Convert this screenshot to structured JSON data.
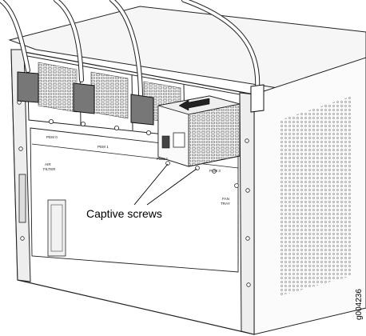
{
  "callout": "Captive screws",
  "figure_id": "g004236",
  "labels": {
    "pem0": "PEM 0",
    "pem1": "PEM 1",
    "pem2": "PEM 2",
    "pem3": "PEM 3",
    "air_filter_line1": "AIR",
    "air_filter_line2": "FILTER",
    "fan_tray_line1": "FAN",
    "fan_tray_line2": "TRAY"
  }
}
